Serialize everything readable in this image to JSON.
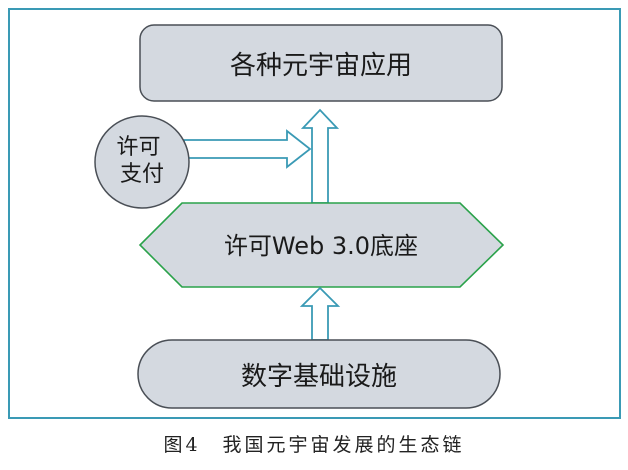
{
  "diagram": {
    "nodes": {
      "top": "各种元宇宙应用",
      "circle": "许可支付",
      "hexagon": "许可Web 3.0底座",
      "bottom": "数字基础设施"
    }
  },
  "caption": "图4　我国元宇宙发展的生态链",
  "colors": {
    "frame": "#3a9ab5",
    "box_fill": "#d4d9e0",
    "box_stroke": "#4a4f56",
    "hex_stroke": "#2aa24a",
    "arrow_stroke": "#3a9ab5"
  }
}
